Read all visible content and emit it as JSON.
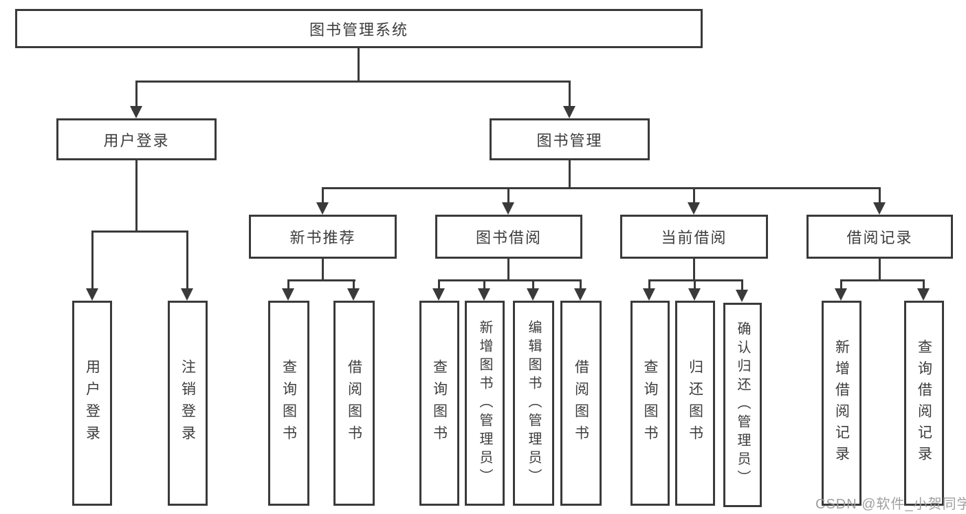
{
  "tree": {
    "root": {
      "label": "图书管理系统",
      "children": [
        {
          "label": "用户登录",
          "children": [
            {
              "label": "用户登录"
            },
            {
              "label": "注销登录"
            }
          ]
        },
        {
          "label": "图书管理",
          "children": [
            {
              "label": "新书推荐",
              "children": [
                {
                  "label": "查询图书"
                },
                {
                  "label": "借阅图书"
                }
              ]
            },
            {
              "label": "图书借阅",
              "children": [
                {
                  "label": "查询图书"
                },
                {
                  "label": "新增图书（管理员）"
                },
                {
                  "label": "编辑图书（管理员）"
                },
                {
                  "label": "借阅图书"
                }
              ]
            },
            {
              "label": "当前借阅",
              "children": [
                {
                  "label": "查询图书"
                },
                {
                  "label": "归还图书"
                },
                {
                  "label": "确认归还（管理员）"
                }
              ]
            },
            {
              "label": "借阅记录",
              "children": [
                {
                  "label": "新增借阅记录"
                },
                {
                  "label": "查询借阅记录"
                }
              ]
            }
          ]
        }
      ]
    }
  },
  "watermark": {
    "text": "CSDN @软件_小贺同学"
  },
  "colors": {
    "line": "#3a3a3a",
    "box_border": "#3a3a3a",
    "text": "#3d3d3d",
    "background": "#ffffff",
    "watermark": "#9b9b9b"
  }
}
